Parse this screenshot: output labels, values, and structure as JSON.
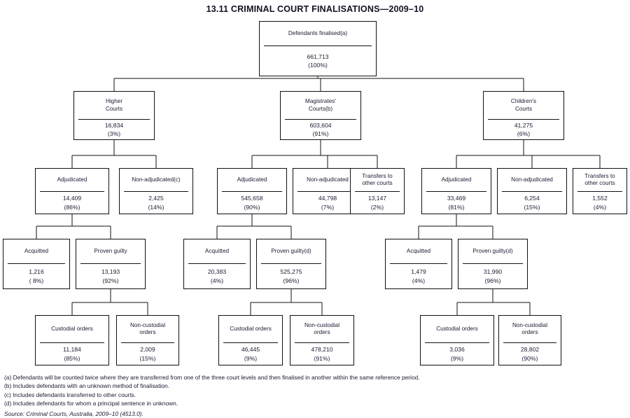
{
  "title": "13.11   CRIMINAL COURT FINALISATIONS—2009–10",
  "chart_data": {
    "type": "diagram",
    "title": "13.11   CRIMINAL COURT FINALISATIONS—2009–10",
    "nodes": [
      {
        "id": "root",
        "label": "Defendants finalised(a)",
        "count": "661,713",
        "pct": "(100%)"
      },
      {
        "id": "higher",
        "label": "Higher\nCourts",
        "count": "16,834",
        "pct": "(3%)"
      },
      {
        "id": "mag",
        "label": "Magistrates'\nCourts(b)",
        "count": "603,604",
        "pct": "(91%)"
      },
      {
        "id": "child",
        "label": "Children's\nCourts",
        "count": "41,275",
        "pct": "(6%)"
      },
      {
        "id": "h-adj",
        "label": "Adjudicated",
        "count": "14,409",
        "pct": "(86%)"
      },
      {
        "id": "h-nadj",
        "label": "Non-adjudicated(c)",
        "count": "2,425",
        "pct": "(14%)"
      },
      {
        "id": "m-adj",
        "label": "Adjudicated",
        "count": "545,658",
        "pct": "(90%)"
      },
      {
        "id": "m-nadj",
        "label": "Non-adjudicated",
        "count": "44,798",
        "pct": "(7%)"
      },
      {
        "id": "m-tran",
        "label": "Transfers to\nother courts",
        "count": "13,147",
        "pct": "(2%)"
      },
      {
        "id": "c-adj",
        "label": "Adjudicated",
        "count": "33,469",
        "pct": "(81%)"
      },
      {
        "id": "c-nadj",
        "label": "Non-adjudicated",
        "count": "6,254",
        "pct": "(15%)"
      },
      {
        "id": "c-tran",
        "label": "Transfers to\nother courts",
        "count": "1,552",
        "pct": "(4%)"
      },
      {
        "id": "h-acq",
        "label": "Acquitted",
        "count": "1,216",
        "pct": "( 8%)"
      },
      {
        "id": "h-pg",
        "label": "Proven guilty",
        "count": "13,193",
        "pct": "(92%)"
      },
      {
        "id": "m-acq",
        "label": "Acquitted",
        "count": "20,383",
        "pct": "(4%)"
      },
      {
        "id": "m-pg",
        "label": "Proven guilty(d)",
        "count": "525,275",
        "pct": "(96%)"
      },
      {
        "id": "c-acq",
        "label": "Acquitted",
        "count": "1,479",
        "pct": "(4%)"
      },
      {
        "id": "c-pg",
        "label": "Proven guilty(d)",
        "count": "31,990",
        "pct": "(96%)"
      },
      {
        "id": "h-cust",
        "label": "Custodial orders",
        "count": "11,184",
        "pct": "(85%)"
      },
      {
        "id": "h-ncust",
        "label": "Non-custodial\norders",
        "count": "2,009",
        "pct": "(15%)"
      },
      {
        "id": "m-cust",
        "label": "Custodial orders",
        "count": "46,445",
        "pct": "(9%)"
      },
      {
        "id": "m-ncust",
        "label": "Non-custodial\norders",
        "count": "478,210",
        "pct": "(91%)"
      },
      {
        "id": "c-cust",
        "label": "Custodial orders",
        "count": "3,036",
        "pct": "(9%)"
      },
      {
        "id": "c-ncust",
        "label": "Non-custodial\norders",
        "count": "28,802",
        "pct": "(90%)"
      }
    ],
    "edges": [
      {
        "from": "root",
        "to": "higher"
      },
      {
        "from": "root",
        "to": "mag"
      },
      {
        "from": "root",
        "to": "child"
      },
      {
        "from": "higher",
        "to": "h-adj"
      },
      {
        "from": "higher",
        "to": "h-nadj"
      },
      {
        "from": "mag",
        "to": "m-adj"
      },
      {
        "from": "mag",
        "to": "m-nadj"
      },
      {
        "from": "mag",
        "to": "m-tran"
      },
      {
        "from": "child",
        "to": "c-adj"
      },
      {
        "from": "child",
        "to": "c-nadj"
      },
      {
        "from": "child",
        "to": "c-tran"
      },
      {
        "from": "h-adj",
        "to": "h-acq"
      },
      {
        "from": "h-adj",
        "to": "h-pg"
      },
      {
        "from": "m-adj",
        "to": "m-acq"
      },
      {
        "from": "m-adj",
        "to": "m-pg"
      },
      {
        "from": "c-adj",
        "to": "c-acq"
      },
      {
        "from": "c-adj",
        "to": "c-pg"
      },
      {
        "from": "h-pg",
        "to": "h-cust"
      },
      {
        "from": "h-pg",
        "to": "h-ncust"
      },
      {
        "from": "m-pg",
        "to": "m-cust"
      },
      {
        "from": "m-pg",
        "to": "m-ncust"
      },
      {
        "from": "c-pg",
        "to": "c-cust"
      },
      {
        "from": "c-pg",
        "to": "c-ncust"
      }
    ]
  },
  "notes": [
    "(a) Defendants will be counted twice where they are transferred from one of the three court levels and then finalised in another within the same reference period.",
    "(b) Includes defendants with an unknown method of finalisation.",
    "(c) Includes defendants transferred to other courts.",
    "(d) Includes defendants for whom a principal sentence in unknown."
  ],
  "source": "Source: Criminal Courts, Australia, 2009–10 (4513.0)."
}
